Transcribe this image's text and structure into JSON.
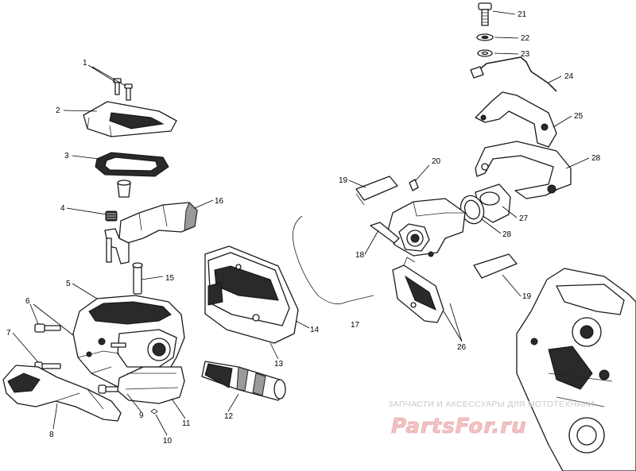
{
  "callouts": [
    "1",
    "2",
    "3",
    "4",
    "5",
    "6",
    "7",
    "8",
    "9",
    "10",
    "11",
    "12",
    "13",
    "14",
    "15",
    "16",
    "17",
    "18",
    "19",
    "19",
    "20",
    "21",
    "22",
    "23",
    "24",
    "25",
    "26",
    "27",
    "28",
    "28"
  ],
  "watermark": {
    "caption": "ЗАПЧАСТИ И АКСЕССУАРЫ ДЛЯ МОТОТЕХНИКИ",
    "logo": "PartsFor.ru"
  }
}
